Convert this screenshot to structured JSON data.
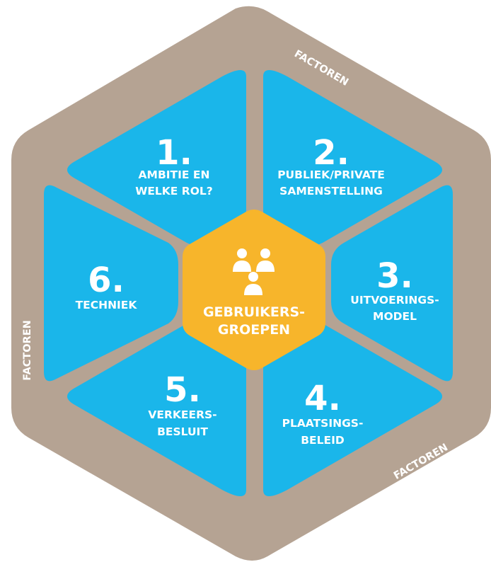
{
  "factor_labels": [
    "FACTOREN",
    "FACTOREN",
    "FACTOREN"
  ],
  "center": {
    "icon": "users-group-icon",
    "line1": "GEBRUIKERS-",
    "line2": "GROEPEN"
  },
  "segments": [
    {
      "number": "1.",
      "line1": "AMBITIE EN",
      "line2": "WELKE ROL?"
    },
    {
      "number": "2.",
      "line1": "PUBLIEK/PRIVATE",
      "line2": "SAMENSTELLING"
    },
    {
      "number": "3.",
      "line1": "UITVOERINGS-",
      "line2": "MODEL"
    },
    {
      "number": "4.",
      "line1": "PLAATSINGS-",
      "line2": "BELEID"
    },
    {
      "number": "5.",
      "line1": "VERKEERS-",
      "line2": "BESLUIT"
    },
    {
      "number": "6.",
      "line1": "TECHNIEK",
      "line2": ""
    }
  ],
  "colors": {
    "outer": "#b5a393",
    "segment": "#1ab6ea",
    "center": "#f7b52b",
    "text": "#ffffff"
  }
}
